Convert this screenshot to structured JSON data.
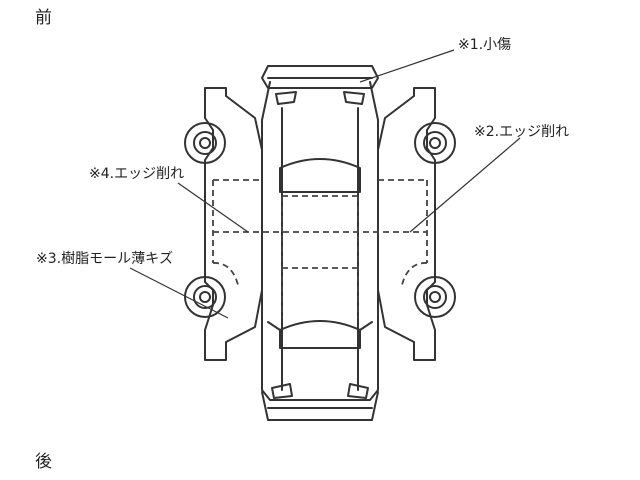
{
  "diagram": {
    "front_label": "前",
    "rear_label": "後",
    "annotations": [
      {
        "id": "a1",
        "text": "※1.小傷"
      },
      {
        "id": "a2",
        "text": "※2.エッジ削れ"
      },
      {
        "id": "a4",
        "text": "※4.エッジ削れ"
      },
      {
        "id": "a3",
        "text": "※3.樹脂モール薄キズ"
      }
    ],
    "colors": {
      "line": "#333333",
      "dash": "#444444",
      "text": "#222222"
    }
  }
}
